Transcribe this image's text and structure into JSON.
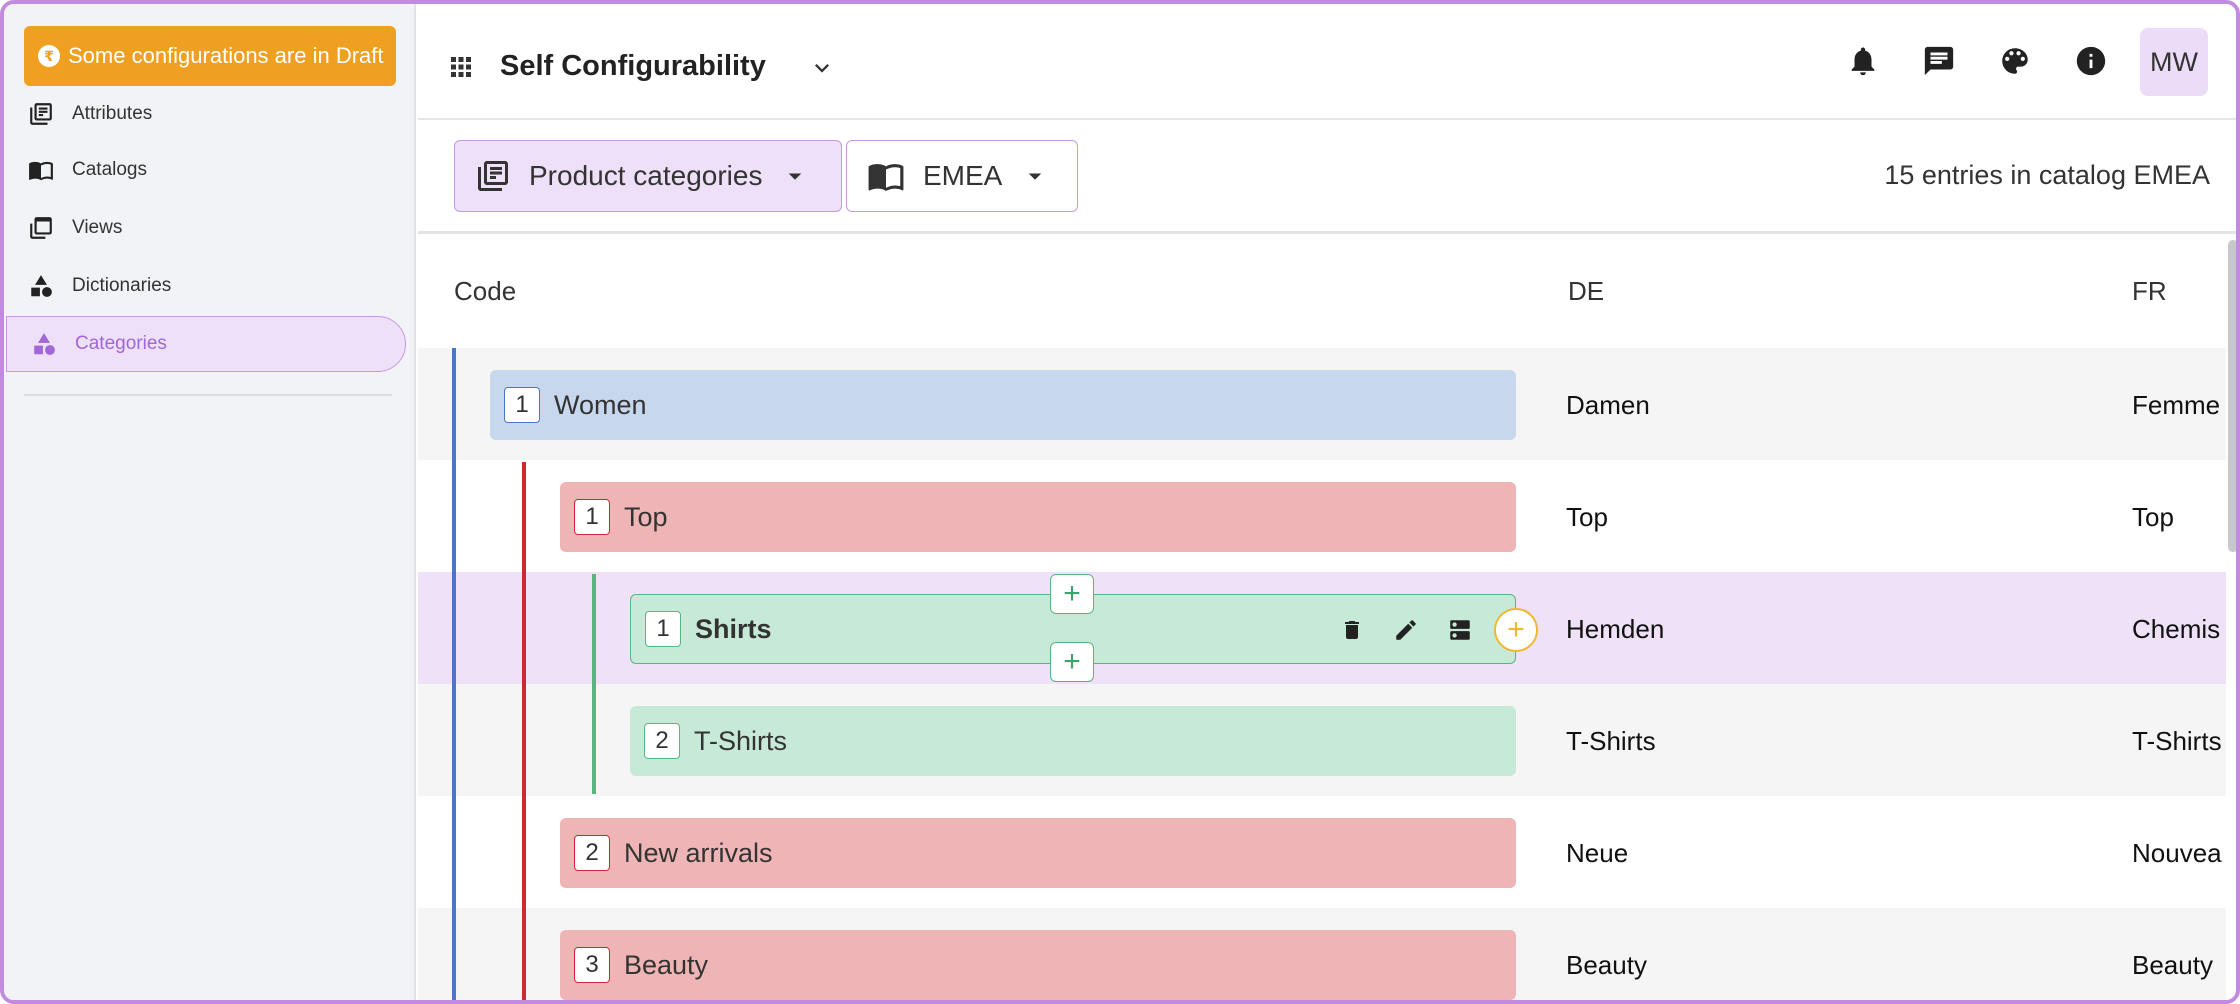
{
  "draft_banner": {
    "text": "Some configurations are in Draft",
    "icon": "draft-icon"
  },
  "sidebar": {
    "items": [
      {
        "label": "Attributes",
        "icon": "attributes-icon"
      },
      {
        "label": "Catalogs",
        "icon": "catalogs-icon"
      },
      {
        "label": "Views",
        "icon": "views-icon"
      },
      {
        "label": "Dictionaries",
        "icon": "dictionaries-icon"
      },
      {
        "label": "Categories",
        "icon": "categories-icon",
        "active": true
      }
    ]
  },
  "header": {
    "title": "Self Configurability",
    "avatar_initials": "MW",
    "icons": [
      "notifications-icon",
      "messages-icon",
      "palette-icon",
      "info-icon"
    ]
  },
  "toolbar": {
    "category_select": "Product categories",
    "catalog_select": "EMEA",
    "entry_count": "15 entries in catalog EMEA"
  },
  "table": {
    "columns": [
      "Code",
      "DE",
      "FR"
    ],
    "rows": [
      {
        "level": 1,
        "number": "1",
        "code": "Women",
        "de": "Damen",
        "fr": "Femme"
      },
      {
        "level": 2,
        "number": "1",
        "code": "Top",
        "de": "Top",
        "fr": "Top"
      },
      {
        "level": 3,
        "number": "1",
        "code": "Shirts",
        "de": "Hemden",
        "fr": "Chemis",
        "selected": true
      },
      {
        "level": 3,
        "number": "2",
        "code": "T-Shirts",
        "de": "T-Shirts",
        "fr": "T-Shirts"
      },
      {
        "level": 2,
        "number": "2",
        "code": "New arrivals",
        "de": "Neue",
        "fr": "Nouvea"
      },
      {
        "level": 2,
        "number": "3",
        "code": "Beauty",
        "de": "Beauty",
        "fr": "Beauty"
      }
    ]
  },
  "colors": {
    "accent": "#a167d8",
    "draft": "#f0a020",
    "level1": "#4a77c4",
    "level2": "#cc2a33",
    "level3": "#58b67f"
  },
  "row_actions": {
    "plus_symbol": "+",
    "icons": [
      "delete-icon",
      "edit-icon",
      "details-icon",
      "add-child-icon"
    ]
  }
}
